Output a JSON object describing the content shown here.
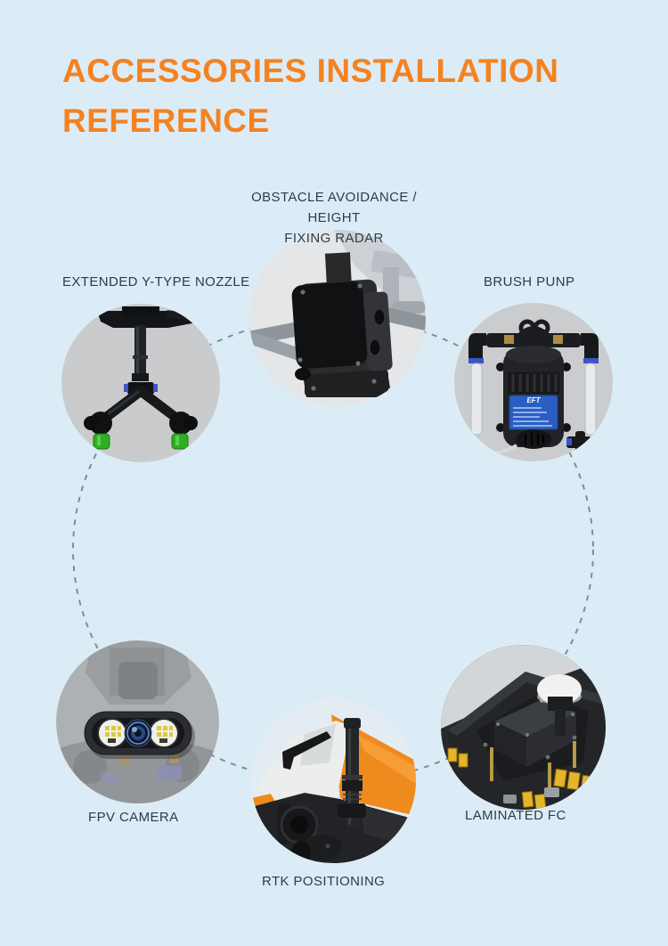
{
  "page": {
    "title_line1": "ACCESSORIES INSTALLATION",
    "title_line2": "REFERENCE"
  },
  "colors": {
    "background": "#dcecf7",
    "title": "#f5821f",
    "label_text": "#2e3c48",
    "dash_line": "#7e8e99",
    "circle_gray": "#c9cbcd",
    "accent_orange": "#ef8a1e",
    "accent_green": "#2fae24",
    "accent_blue": "#2a5ec2"
  },
  "accessories": {
    "radar": {
      "label_line1": "OBSTACLE AVOIDANCE / HEIGHT",
      "label_line2": "FIXING RADAR",
      "photo": "obstacle-avoidance-radar-photo"
    },
    "nozzle": {
      "label": "EXTENDED Y-TYPE NOZZLE",
      "photo": "extended-y-type-nozzle-photo"
    },
    "pump": {
      "label": "BRUSH PUNP",
      "brand_on_label": "EFT",
      "photo": "brush-pump-photo"
    },
    "fpv": {
      "label": "FPV CAMERA",
      "photo": "fpv-camera-photo"
    },
    "rtk": {
      "label": "RTK POSITIONING",
      "photo": "rtk-positioning-photo"
    },
    "fc": {
      "label": "LAMINATED FC",
      "photo": "laminated-fc-photo"
    }
  }
}
